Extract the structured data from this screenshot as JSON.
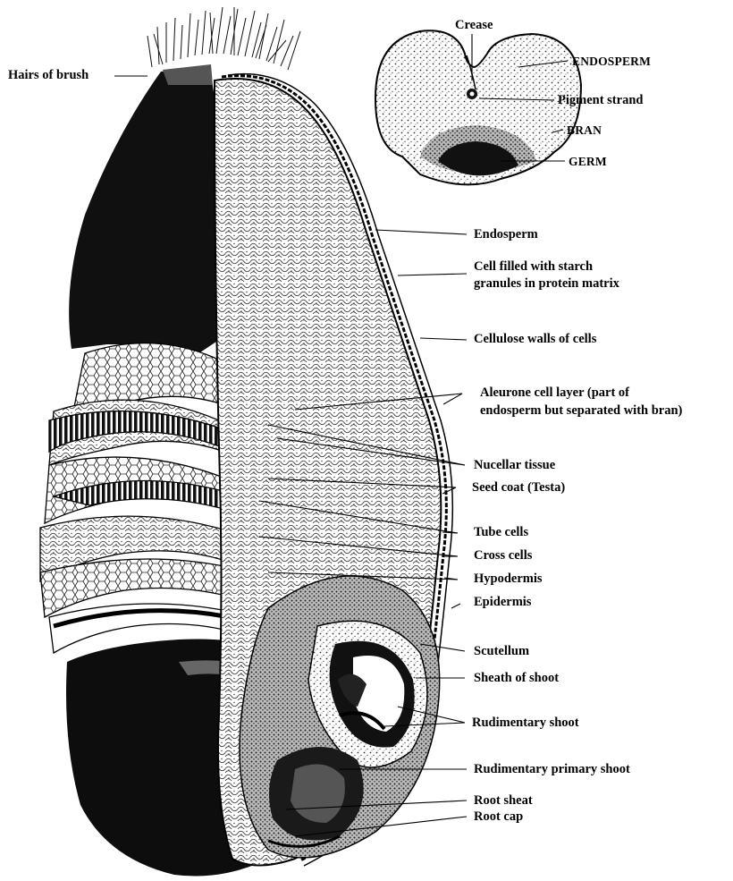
{
  "labels": {
    "hairs": "Hairs of brush",
    "crease": "Crease",
    "endosperm_caps": "ENDOSPERM",
    "pigment": "Pigment strand",
    "bran": "BRAN",
    "germ": "GERM",
    "endosperm": "Endosperm",
    "cell_filled_1": "Cell filled with starch",
    "cell_filled_2": "granules in protein matrix",
    "cellulose": "Cellulose walls of cells",
    "aleurone_1": "Aleurone cell layer (part of",
    "aleurone_2": "endosperm but separated with bran)",
    "nucellar": "Nucellar tissue",
    "seed_coat": "Seed coat (Testa)",
    "tube": "Tube cells",
    "cross": "Cross cells",
    "hypodermis": "Hypodermis",
    "epidermis": "Epidermis",
    "scutellum": "Scutellum",
    "sheath": "Sheath of shoot",
    "rud_shoot": "Rudimentary shoot",
    "rud_primary": "Rudimentary primary shoot",
    "root_sheat": "Root sheat",
    "root_cap": "Root cap"
  },
  "colors": {
    "ink": "#000000",
    "paper": "#ffffff",
    "stipple": "#555555"
  }
}
